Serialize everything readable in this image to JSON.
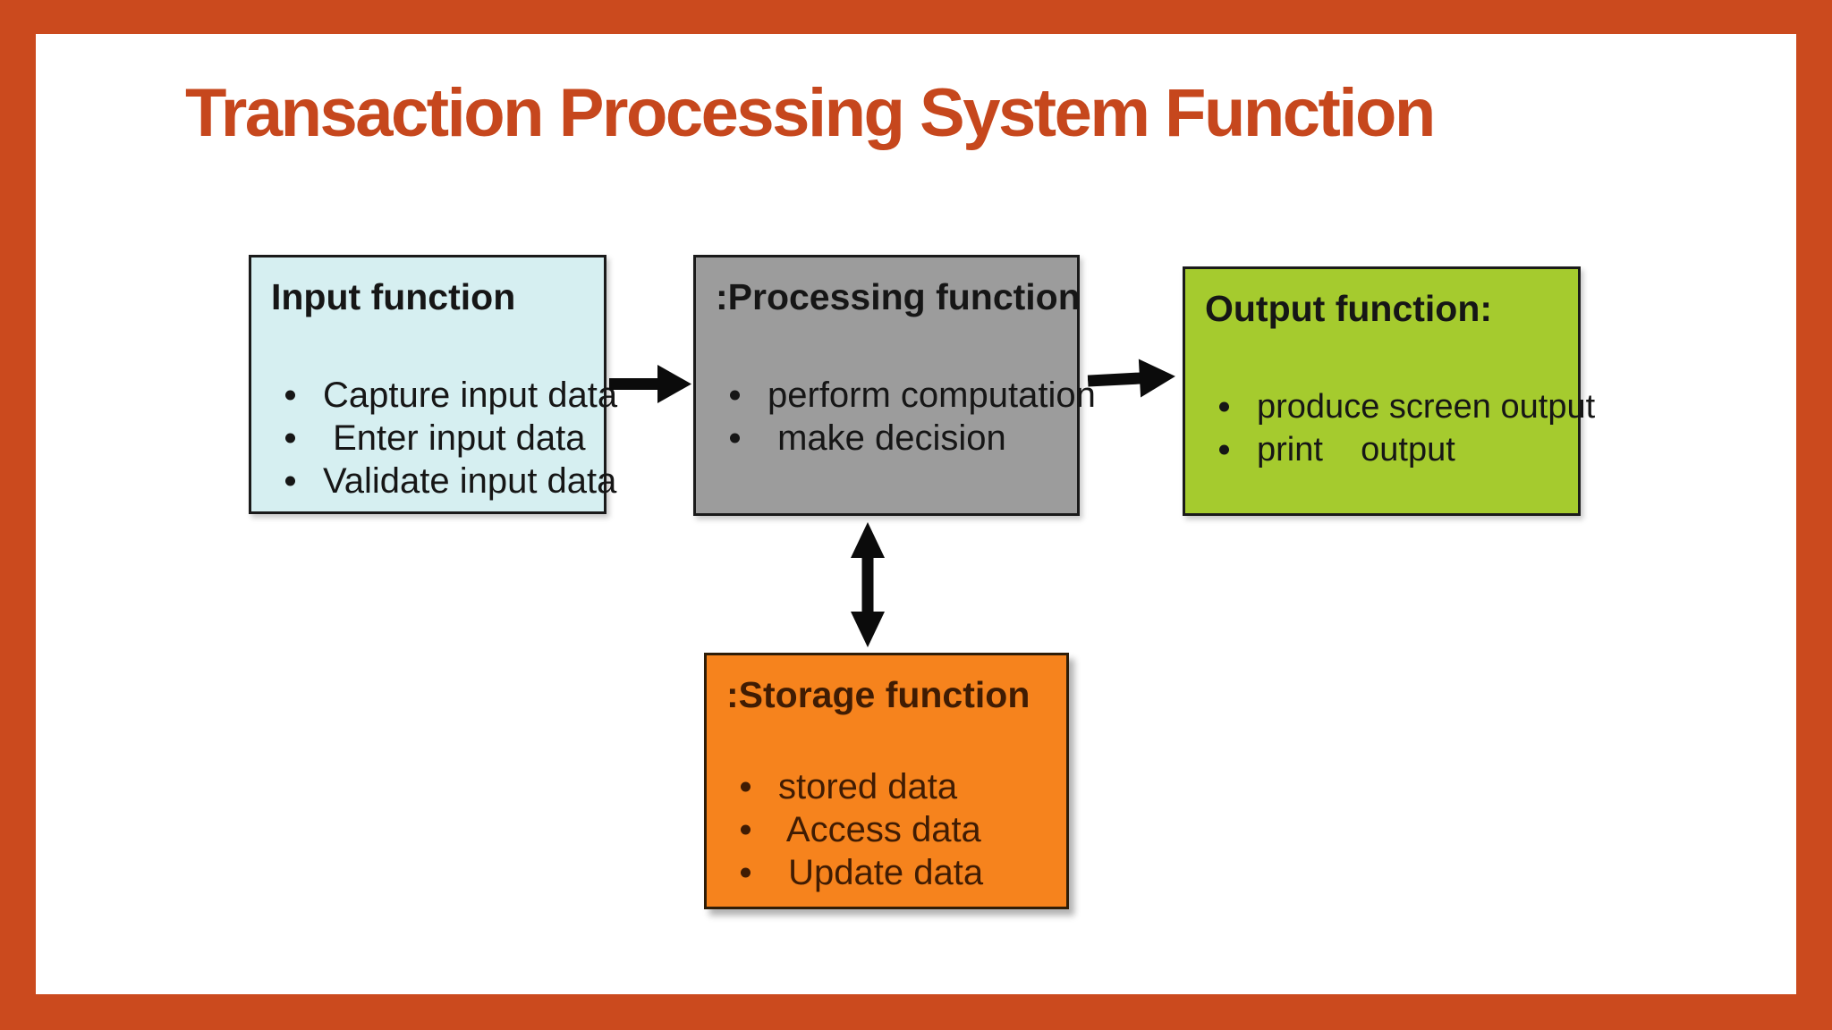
{
  "title": "Transaction Processing System Function",
  "colors": {
    "frame": "#cb4a1e",
    "title_text": "#c6471d",
    "canvas": "#ffffff",
    "input_fill": "#d6eff1",
    "processing_fill": "#9c9c9c",
    "output_fill": "#a5cb2e",
    "storage_fill": "#f6831d",
    "box_border": "#1a1a1a",
    "storage_border": "#2e1d08",
    "box_text": "#161616",
    "storage_text": "#401c03",
    "arrow": "#0b0b0b"
  },
  "boxes": {
    "input": {
      "title": "Input function",
      "items": [
        "Capture input data",
        " Enter input data",
        "Validate input data"
      ]
    },
    "processing": {
      "title": ":Processing function",
      "items": [
        "perform computation",
        " make decision"
      ]
    },
    "output": {
      "title": "Output function:",
      "items": [
        "produce screen output",
        "print    output"
      ]
    },
    "storage": {
      "title": ":Storage function",
      "items": [
        "stored data",
        " Access data",
        " Update data"
      ]
    }
  },
  "arrows": [
    {
      "name": "input-to-processing",
      "direction": "right"
    },
    {
      "name": "processing-to-output",
      "direction": "right"
    },
    {
      "name": "processing-to-storage",
      "direction": "vertical-double"
    }
  ]
}
